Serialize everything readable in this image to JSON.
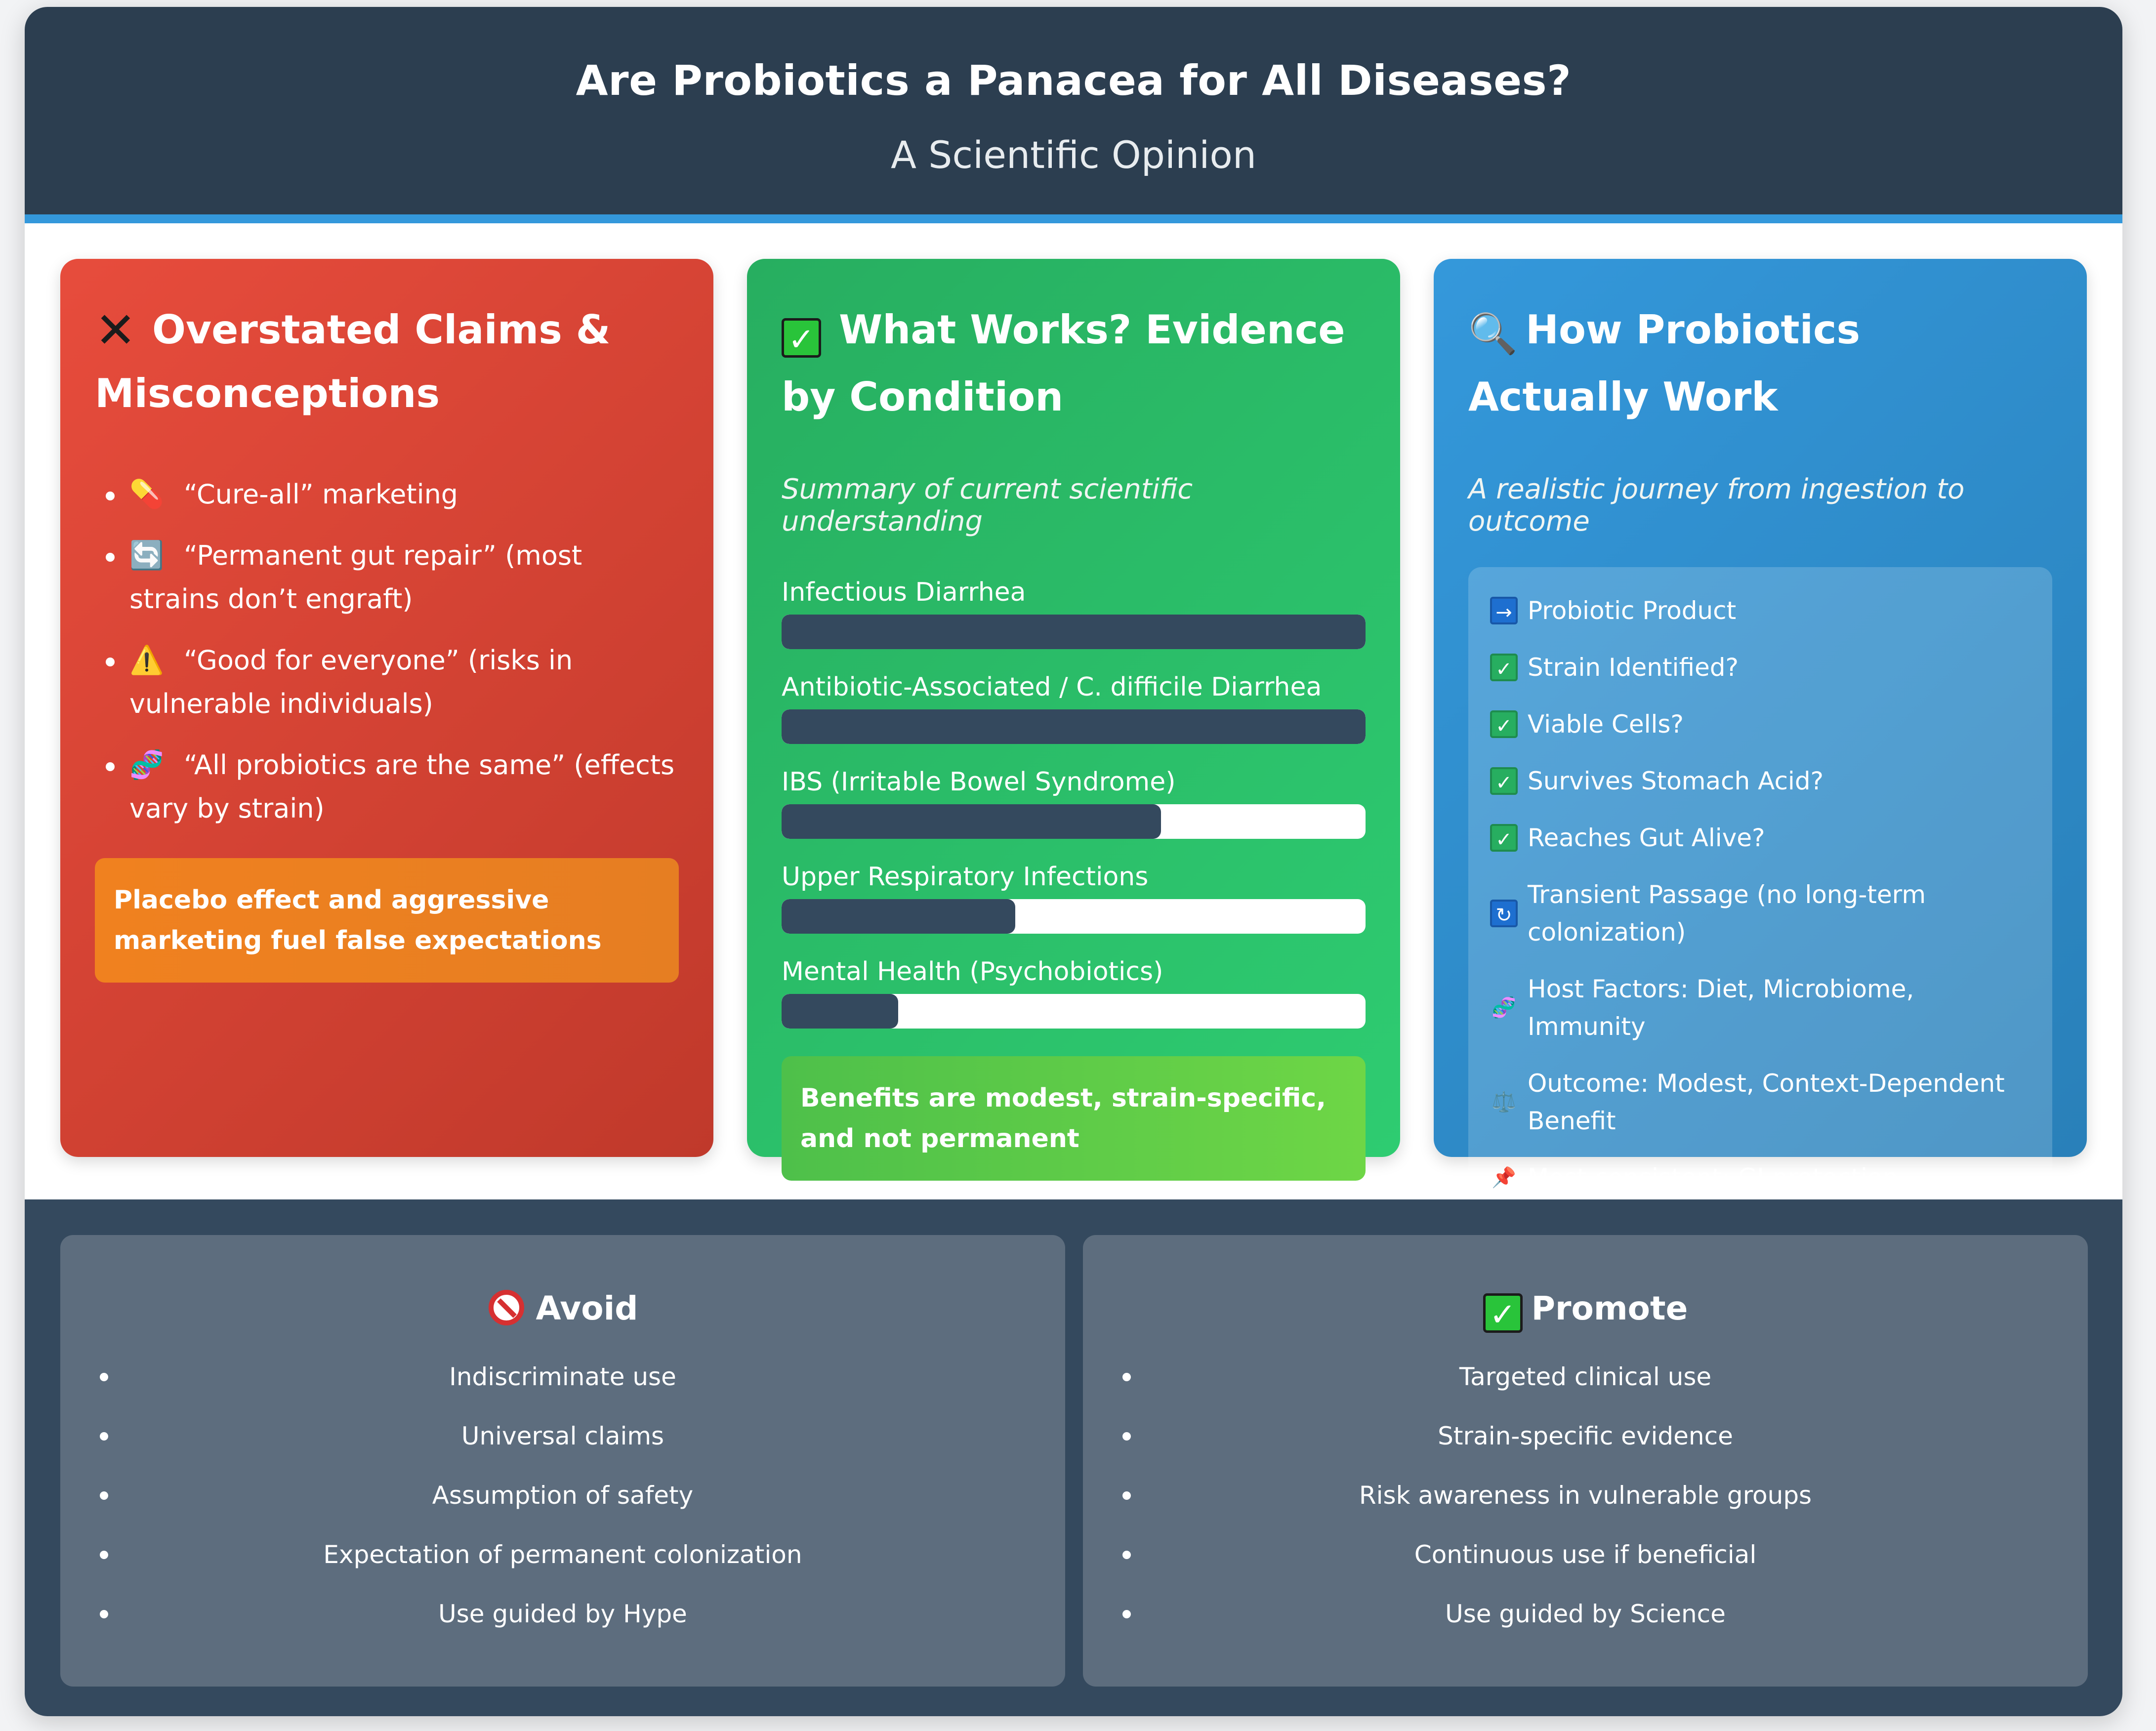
{
  "header": {
    "title": "Are Probiotics a Panacea for All Diseases?",
    "subtitle": "A Scientific Opinion"
  },
  "claims_card": {
    "icon": "cross-mark-icon",
    "title": "Overstated Claims & Misconceptions",
    "items": [
      {
        "icon": "pill-icon",
        "glyph": "💊",
        "text": "“Cure-all” marketing"
      },
      {
        "icon": "cycle-arrows-icon",
        "glyph": "🔄",
        "text": "“Permanent gut repair” (most strains don’t engraft)"
      },
      {
        "icon": "warning-icon",
        "glyph": "⚠️",
        "text": "“Good for everyone” (risks in vulnerable individuals)"
      },
      {
        "icon": "dna-icon",
        "glyph": "🧬",
        "text": "“All probiotics are the same” (effects vary by strain)"
      }
    ],
    "callout": "Placebo effect and aggressive marketing fuel false expectations"
  },
  "evidence_card": {
    "icon": "check-box-icon",
    "title": "What Works? Evidence by Condition",
    "subtitle": "Summary of current scientific understanding",
    "callout_parts": [
      "Benefits are ",
      "modest, strain-specific,",
      " and ",
      "not permanent"
    ]
  },
  "chart_data": {
    "type": "bar",
    "orientation": "horizontal",
    "categories": [
      "Infectious Diarrhea",
      "Antibiotic-Associated / C. difficile Diarrhea",
      "IBS (Irritable Bowel Syndrome)",
      "Upper Respiratory Infections",
      "Mental Health (Psychobiotics)"
    ],
    "values": [
      100,
      100,
      65,
      40,
      20
    ],
    "xlim": [
      0,
      100
    ],
    "colors": {
      "fill": "#34495e",
      "track": "#ffffff"
    }
  },
  "journey_card": {
    "icon": "magnifier-icon",
    "title": "How Probiotics Actually Work",
    "subtitle": "A realistic journey from ingestion to outcome",
    "steps": [
      {
        "icon": "arrow-right-icon",
        "kind": "arr",
        "glyph": "→",
        "text": "Probiotic Product"
      },
      {
        "icon": "check-icon",
        "kind": "chk",
        "glyph": "✓",
        "text": "Strain Identified?"
      },
      {
        "icon": "check-icon",
        "kind": "chk",
        "glyph": "✓",
        "text": "Viable Cells?"
      },
      {
        "icon": "check-icon",
        "kind": "chk",
        "glyph": "✓",
        "text": "Survives Stomach Acid?"
      },
      {
        "icon": "check-icon",
        "kind": "chk",
        "glyph": "✓",
        "text": "Reaches Gut Alive?"
      },
      {
        "icon": "cycle-arrows-icon",
        "kind": "cyc",
        "glyph": "↻",
        "text": "Transient Passage (no long-term colonization)"
      },
      {
        "icon": "dna-icon",
        "kind": "emo",
        "glyph": "🧬",
        "text": "Host Factors: Diet, Microbiome, Immunity"
      },
      {
        "icon": "scales-icon",
        "kind": "emo",
        "glyph": "⚖️",
        "text": "Outcome: Modest, Context-Dependent Benefit"
      },
      {
        "icon": "pushpin-icon",
        "kind": "emo",
        "glyph": "📌",
        "text": "Most consistent: GI protection"
      }
    ]
  },
  "avoid_panel": {
    "icon": "no-entry-icon",
    "title": "Avoid",
    "items": [
      "Indiscriminate use",
      "Universal claims",
      "Assumption of safety",
      "Expectation of permanent colonization",
      "Use guided by Hype"
    ]
  },
  "promote_panel": {
    "icon": "check-box-icon",
    "title": "Promote",
    "items": [
      "Targeted clinical use",
      "Strain-specific evidence",
      "Risk awareness in vulnerable groups",
      "Continuous use if beneficial",
      "Use guided by Science"
    ]
  },
  "colors": {
    "header": "#2c3e50",
    "accent": "#3498db",
    "red": "#e74c3c",
    "green": "#27ae60",
    "blue": "#3498db",
    "bottom": "#34495e",
    "panel": "#5d6d7e"
  }
}
